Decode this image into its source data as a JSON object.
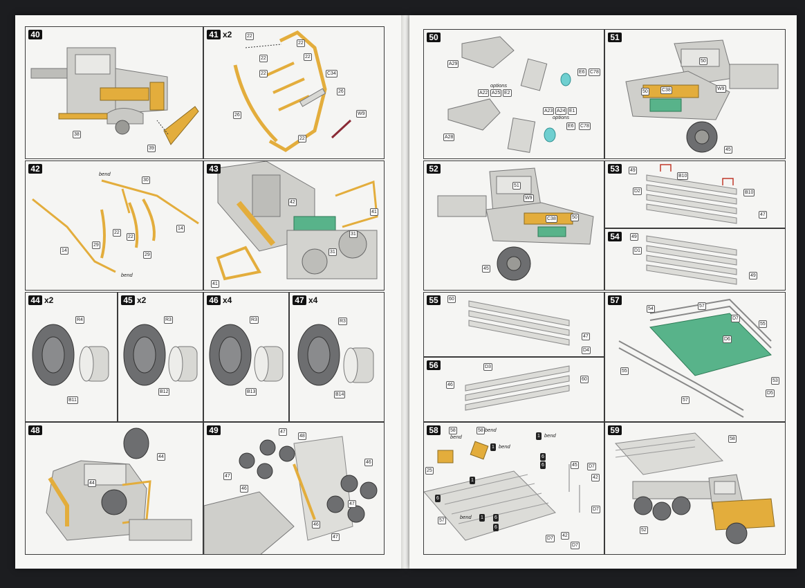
{
  "steps": {
    "s40": {
      "num": "40",
      "mult": "",
      "callouts": [
        "38",
        "39"
      ]
    },
    "s41": {
      "num": "41",
      "mult": "x2",
      "callouts": [
        "22",
        "22",
        "22",
        "22",
        "22",
        "C34",
        "26",
        "26",
        "W9",
        "22"
      ]
    },
    "s42": {
      "num": "42",
      "mult": "",
      "callouts": [
        "30",
        "14",
        "14",
        "29",
        "22",
        "22",
        "29"
      ],
      "notes": [
        "bend",
        "bend"
      ]
    },
    "s43": {
      "num": "43",
      "mult": "",
      "callouts": [
        "42",
        "41",
        "41",
        "31",
        "31"
      ]
    },
    "s44": {
      "num": "44",
      "mult": "x2",
      "callouts": [
        "R4",
        "B11"
      ]
    },
    "s45": {
      "num": "45",
      "mult": "x2",
      "callouts": [
        "R3",
        "B12"
      ]
    },
    "s46": {
      "num": "46",
      "mult": "x4",
      "callouts": [
        "R3",
        "B13"
      ]
    },
    "s47": {
      "num": "47",
      "mult": "x4",
      "callouts": [
        "R3",
        "B14"
      ]
    },
    "s48": {
      "num": "48",
      "mult": "",
      "callouts": [
        "44",
        "44"
      ]
    },
    "s49": {
      "num": "49",
      "mult": "",
      "callouts": [
        "47",
        "48",
        "47",
        "46",
        "46",
        "47",
        "46",
        "47"
      ]
    },
    "s50": {
      "num": "50",
      "mult": "",
      "callouts": [
        "A29",
        "A22",
        "A25",
        "E2",
        "E6",
        "C78",
        "A23",
        "A24",
        "E1",
        "E6",
        "C78",
        "A28"
      ],
      "notes": [
        "options",
        "options"
      ]
    },
    "s51": {
      "num": "51",
      "mult": "",
      "callouts": [
        "50",
        "50",
        "C38",
        "W9",
        "45"
      ]
    },
    "s52": {
      "num": "52",
      "mult": "",
      "callouts": [
        "51",
        "W9",
        "C38",
        "50",
        "45"
      ]
    },
    "s53": {
      "num": "53",
      "mult": "",
      "callouts": [
        "49",
        "D2",
        "B10",
        "B10",
        "47"
      ]
    },
    "s54": {
      "num": "54",
      "mult": "",
      "callouts": [
        "49",
        "D1",
        "49"
      ]
    },
    "s55": {
      "num": "55",
      "mult": "",
      "callouts": [
        "60",
        "47",
        "D4"
      ]
    },
    "s56": {
      "num": "56",
      "mult": "",
      "callouts": [
        "D3",
        "46",
        "60"
      ]
    },
    "s57": {
      "num": "57",
      "mult": "",
      "callouts": [
        "54",
        "57",
        "D7",
        "55",
        "D6",
        "55",
        "53",
        "57",
        "D5"
      ]
    },
    "s58": {
      "num": "58",
      "mult": "",
      "callouts": [
        "58",
        "bend",
        "58",
        "bend",
        "1",
        "bend",
        "1",
        "bend",
        "6",
        "6",
        "45",
        "D7",
        "42",
        "D7",
        "25",
        "1",
        "6",
        "57",
        "1",
        "6",
        "6",
        "D7",
        "42",
        "D7"
      ],
      "notes": [
        "bend",
        "bend",
        "bend",
        "bend",
        "bend"
      ]
    },
    "s59": {
      "num": "59",
      "mult": "",
      "callouts": [
        "58",
        "52"
      ]
    }
  },
  "colors": {
    "part": "#e3ad3c",
    "body": "#cfcfcb",
    "tire": "#6d6e70",
    "deck": "#58b38a",
    "page": "#f7f7f5",
    "ink": "#111111"
  }
}
